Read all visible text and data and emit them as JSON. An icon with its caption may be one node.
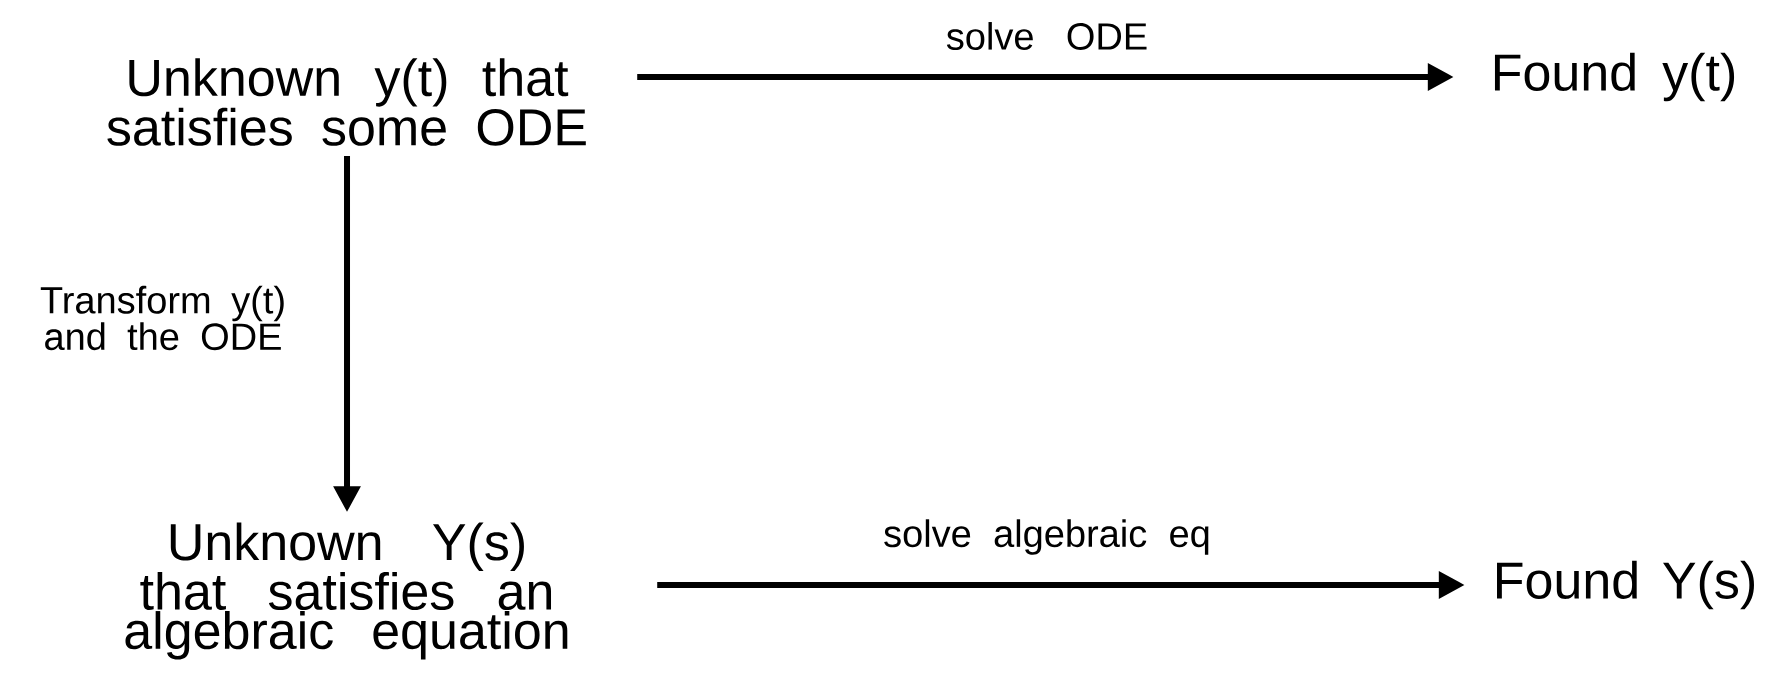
{
  "diagram": {
    "nodes": [
      {
        "text": [
          "Unknown y(t) that satisfies some ODE"
        ]
      },
      {
        "text": [
          "Found y(t)"
        ]
      },
      {
        "text": [
          "Unknown Y(s) that satisfies an algebraic equation"
        ]
      },
      {
        "text": [
          "Found Y(s)"
        ]
      }
    ],
    "edges": [
      {
        "from": 0,
        "to": 1,
        "arrow": "to",
        "label": "solve ODE"
      },
      {
        "from": 0,
        "to": 2,
        "arrow": "to",
        "label": "Transform y(t) and the ODE"
      },
      {
        "from": 2,
        "to": 3,
        "arrow": "to",
        "label": "solve algebraic eq"
      }
    ]
  }
}
